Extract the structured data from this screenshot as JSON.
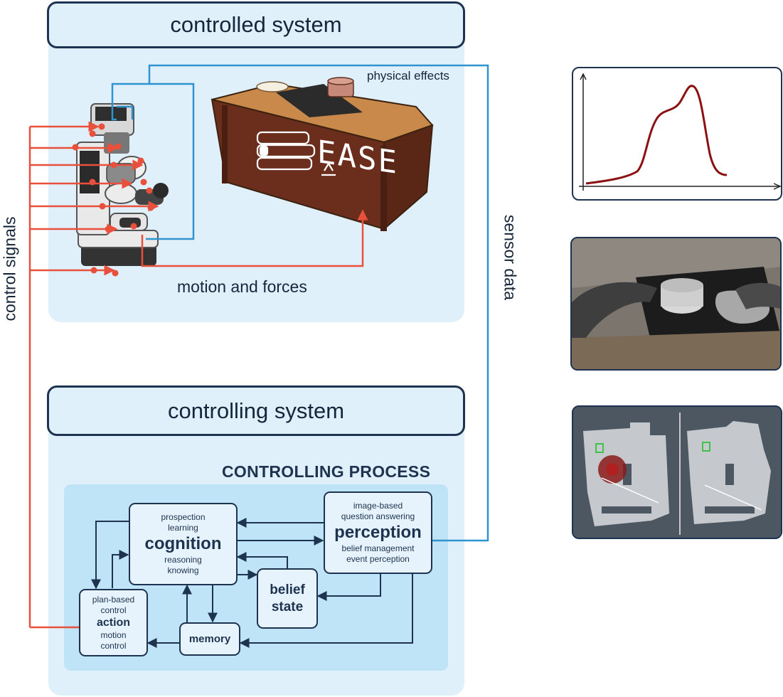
{
  "controlled_system": {
    "title": "controlled system",
    "physical_effects": "physical effects",
    "motion_and_forces": "motion and forces",
    "logo_text": "EASE"
  },
  "controlling_system": {
    "title": "controlling system",
    "process_title": "CONTROLLING PROCESS",
    "nodes": {
      "cognition": {
        "top": [
          "prospection",
          "learning"
        ],
        "main": "cognition",
        "bottom": [
          "reasoning",
          "knowing"
        ]
      },
      "perception": {
        "top": [
          "image-based",
          "question answering"
        ],
        "main": "perception",
        "bottom": [
          "belief management",
          "event perception"
        ]
      },
      "belief_state": {
        "main": [
          "belief",
          "state"
        ]
      },
      "action": {
        "top": [
          "plan-based",
          "control"
        ],
        "main": "action",
        "bottom": [
          "motion",
          "control"
        ]
      },
      "memory": {
        "main": "memory"
      }
    }
  },
  "side_labels": {
    "control_signals": "control signals",
    "sensor_data": "sensor data"
  },
  "colors": {
    "control_signal_line": "#e8503c",
    "sensor_line": "#2e93cf",
    "dark": "#1e3350",
    "panel": "#e0f0fb",
    "process_area": "#bfe3f7",
    "plot_curve": "#8b1010"
  }
}
